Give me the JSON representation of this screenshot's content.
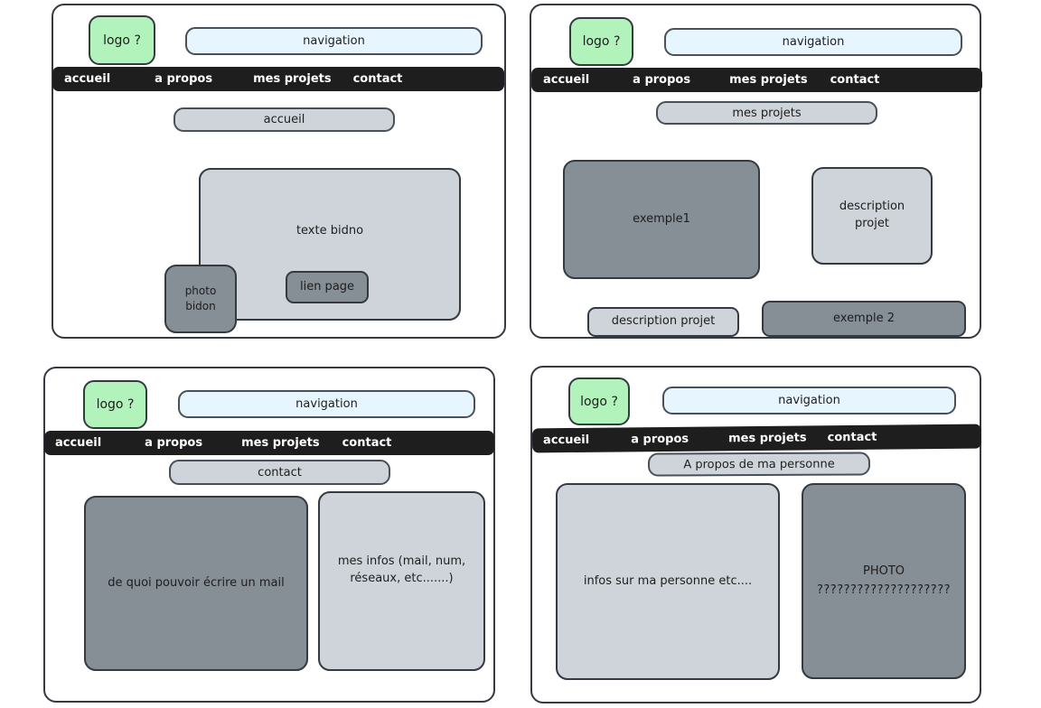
{
  "common": {
    "logo_label": "logo ?",
    "nav_label": "navigation",
    "menu_items": [
      "accueil",
      "a propos",
      "mes projets",
      "contact"
    ],
    "colors": {
      "logo_fill": "#b2f2bb",
      "nav_fill": "#e7f5ff",
      "menubar_fill": "#1e1e1e",
      "block_light": "#ced4da",
      "block_dark": "#868e96",
      "stroke": "#343a40",
      "page_background": "#ffffff"
    }
  },
  "panels": {
    "home": {
      "page_title": "accueil",
      "content_block": "texte bidno",
      "photo_block": "photo bidon",
      "link_block": "lien page"
    },
    "projects": {
      "page_title": "mes projets",
      "example_1": "exemple1",
      "description_right": "description projet",
      "description_bottom": "description projet",
      "example_2": "exemple 2"
    },
    "contact": {
      "page_title": "contact",
      "mail_block": "de quoi pouvoir écrire un mail",
      "infos_block": "mes infos (mail, num, réseaux, etc.......)"
    },
    "about": {
      "page_title": "A propos de ma personne",
      "infos_block": "infos sur ma personne etc....",
      "photo_block_title": "PHOTO",
      "photo_block_marks": "????????????????????"
    }
  }
}
